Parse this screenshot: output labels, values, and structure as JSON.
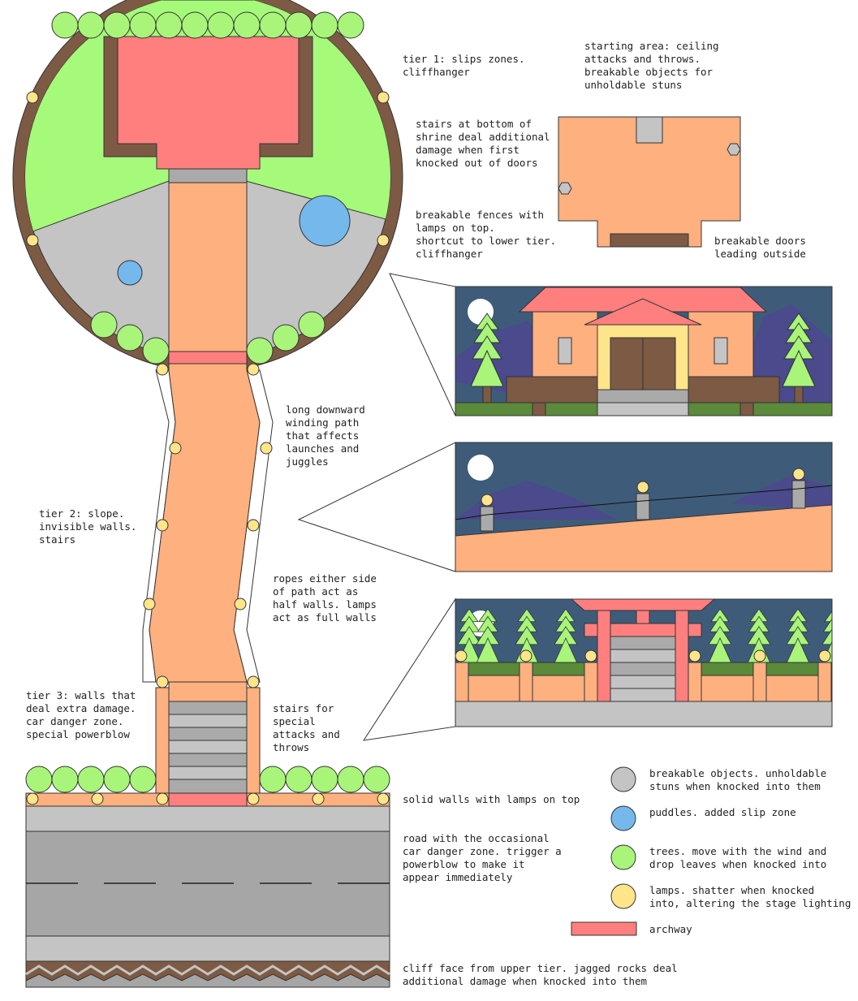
{
  "annotations": {
    "tier1": "tier 1: slips zones.\ncliffhanger",
    "starting_area": "starting area: ceiling\nattacks and throws.\nbreakable objects for\nunholdable stuns",
    "shrine_stairs": "stairs at bottom of\nshrine deal additional\ndamage when first\nknocked out of doors",
    "fences": "breakable fences with\nlamps on top.\nshortcut to lower tier.\ncliffhanger",
    "doors": "breakable doors\nleading outside",
    "winding_path": "long downward\nwinding path\nthat affects\nlaunches and\njuggles",
    "tier2": "tier 2: slope.\ninvisible walls.\nstairs",
    "ropes": "ropes either side\nof path act as\nhalf walls. lamps\nact as full walls",
    "tier3": "tier 3: walls that\ndeal extra damage.\ncar danger zone.\nspecial powerblow",
    "stairs_special": "stairs for\nspecial\nattacks and\nthrows",
    "solid_walls": "solid walls with lamps on top",
    "road": "road with the occasional\ncar danger zone. trigger a\npowerblow to make it\nappear immediately",
    "cliff": "cliff face from upper tier. jagged rocks deal\nadditional damage when knocked into them"
  },
  "legend": {
    "breakable": "breakable objects. unholdable\nstuns when knocked into them",
    "puddles": "puddles. added slip zone",
    "trees": "trees. move with the wind and\ndrop leaves when knocked into",
    "lamps": "lamps. shatter when knocked\ninto, altering the stage lighting",
    "archway": "archway"
  },
  "colors": {
    "grass": "#a6fa7a",
    "concrete": "#c4c4c4",
    "path": "#ffb07f",
    "shrine": "#ff7f7f",
    "wood": "#7d5a44",
    "tree": "#a8f57a",
    "lamp": "#ffe58a",
    "puddle": "#75b8ec",
    "sky": "#3e5c7a",
    "mountain": "#4a4a8c",
    "road": "#a6a6a6"
  }
}
